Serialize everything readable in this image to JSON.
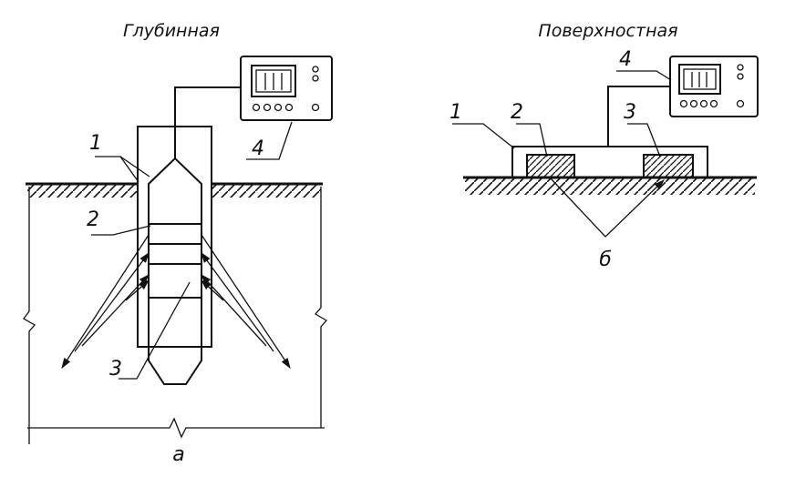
{
  "left": {
    "title": "Глубинная",
    "callouts": [
      "1",
      "2",
      "3",
      "4"
    ],
    "caption": "а"
  },
  "right": {
    "title": "Поверхностная",
    "callouts": [
      "1",
      "2",
      "3",
      "4"
    ],
    "caption": "б"
  },
  "colors": {
    "ink": "#111111",
    "paper": "#ffffff"
  }
}
